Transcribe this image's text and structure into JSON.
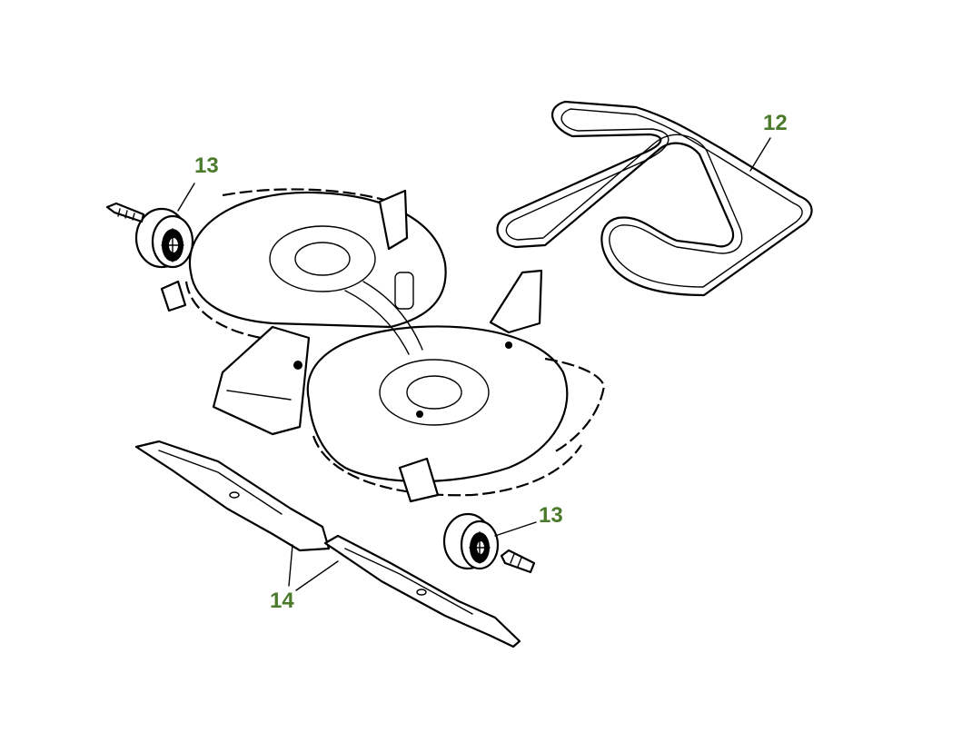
{
  "callout_color": "#4a7a2a",
  "callouts": {
    "belt": "12",
    "wheel_top": "13",
    "wheel_bottom": "13",
    "blades": "14"
  }
}
